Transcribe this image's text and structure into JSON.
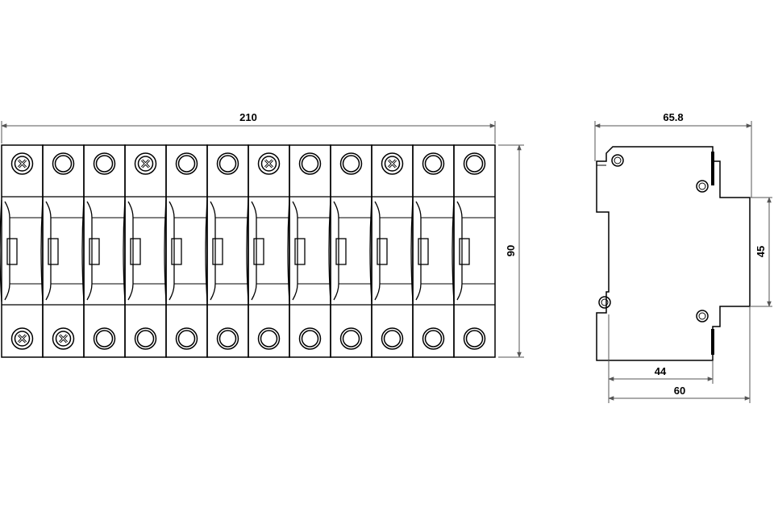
{
  "front_view": {
    "module_count": 12,
    "top_terminals": [
      "cross",
      "round",
      "round",
      "cross",
      "round",
      "round",
      "cross",
      "round",
      "round",
      "cross",
      "round",
      "round"
    ],
    "bottom_terminals": [
      "cross",
      "cross",
      "round",
      "round",
      "round",
      "round",
      "round",
      "round",
      "round",
      "round",
      "round",
      "round"
    ],
    "width_label": "210",
    "height_label": "90"
  },
  "side_view": {
    "depth_label": "65.8",
    "rail_label": "45",
    "front_depth_label": "44",
    "base_depth_label": "60"
  },
  "colors": {
    "line": "#000000",
    "dimension": "#555555",
    "background": "#ffffff"
  }
}
